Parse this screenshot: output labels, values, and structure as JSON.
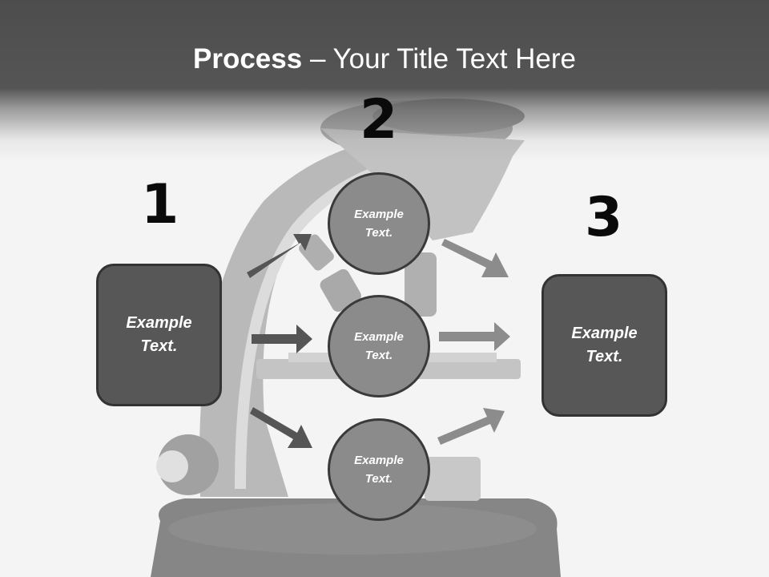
{
  "title": {
    "bold": "Process",
    "rest": " – Your Title Text Here"
  },
  "steps": {
    "one": "1",
    "two": "2",
    "three": "3"
  },
  "left_box": {
    "line1": "Example",
    "line2": "Text."
  },
  "right_box": {
    "line1": "Example",
    "line2": "Text."
  },
  "circles": [
    {
      "line1": "Example",
      "line2": "Text."
    },
    {
      "line1": "Example",
      "line2": "Text."
    },
    {
      "line1": "Example",
      "line2": "Text."
    }
  ],
  "colors": {
    "box": "#575757",
    "circle": "#8b8b8b",
    "arrow_dark": "#555555",
    "arrow_light": "#8c8c8c"
  }
}
